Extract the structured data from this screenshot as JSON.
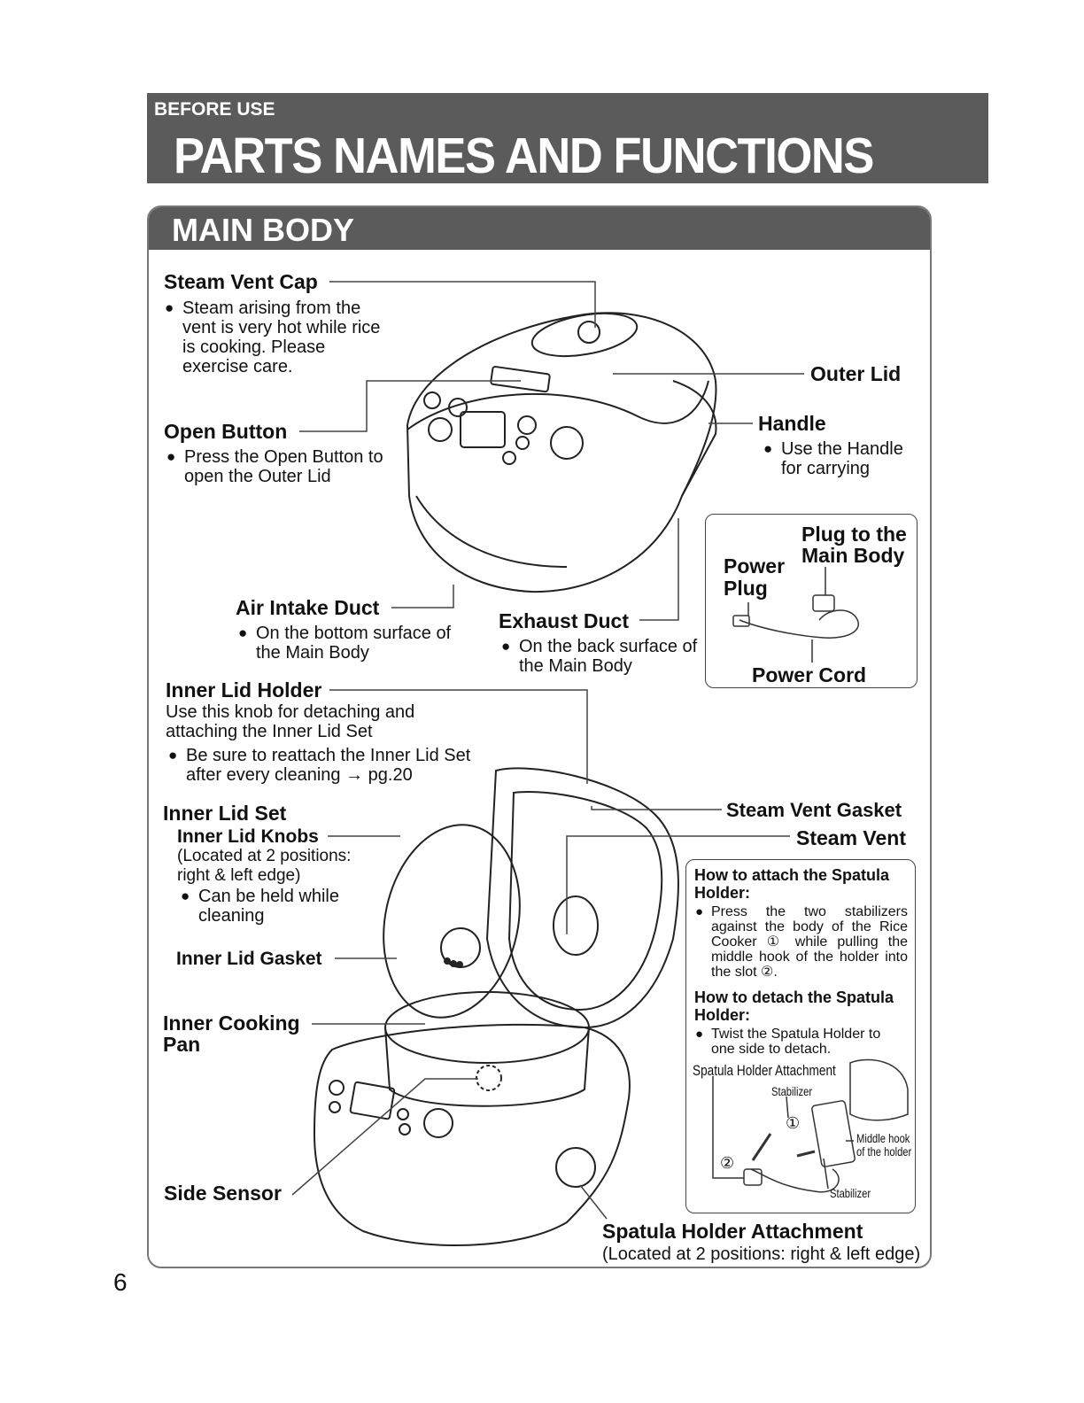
{
  "header": {
    "section": "BEFORE USE",
    "title": "PARTS NAMES AND FUNCTIONS"
  },
  "panel": {
    "title": "MAIN BODY"
  },
  "labels": {
    "steam_vent_cap": {
      "title": "Steam Vent Cap",
      "note": "Steam arising from the vent is very hot while rice is cooking. Please exercise care."
    },
    "open_button": {
      "title": "Open Button",
      "note": "Press the Open Button to open the Outer Lid"
    },
    "outer_lid": {
      "title": "Outer Lid"
    },
    "handle": {
      "title": "Handle",
      "note": "Use the Handle for carrying"
    },
    "air_intake_duct": {
      "title": "Air Intake Duct",
      "note": "On the bottom surface of the Main Body"
    },
    "exhaust_duct": {
      "title": "Exhaust Duct",
      "note": "On the back surface of the Main Body"
    },
    "inner_lid_holder": {
      "title": "Inner Lid Holder",
      "desc": "Use this knob for detaching and attaching the Inner Lid Set",
      "note": "Be sure to reattach the Inner Lid Set after every cleaning → pg.20"
    },
    "inner_lid_set": {
      "title": "Inner Lid Set"
    },
    "inner_lid_knobs": {
      "title": "Inner Lid Knobs",
      "desc": "(Located at 2 positions: right & left edge)",
      "note": "Can be held while cleaning"
    },
    "inner_lid_gasket": {
      "title": "Inner Lid Gasket"
    },
    "inner_cooking_pan": {
      "title": "Inner Cooking Pan"
    },
    "side_sensor": {
      "title": "Side Sensor"
    },
    "steam_vent_gasket": {
      "title": "Steam Vent Gasket"
    },
    "steam_vent": {
      "title": "Steam Vent"
    },
    "spatula_holder_attachment": {
      "title": "Spatula Holder Attachment",
      "desc": "(Located at 2 positions: right & left edge)"
    }
  },
  "power_box": {
    "plug_to_main_body": "Plug to the Main Body",
    "power_plug": "Power Plug",
    "power_cord": "Power Cord"
  },
  "spatula_box": {
    "attach_title": "How to attach the Spatula Holder:",
    "attach_note": "Press the two stabilizers against the body of the Rice Cooker ① while pulling the middle hook of the holder into the slot ②.",
    "detach_title": "How to detach the Spatula Holder:",
    "detach_note": "Twist the Spatula Holder to one side to detach.",
    "diagram_title": "Spatula Holder Attachment",
    "stabilizer_top": "Stabilizer",
    "middle_hook": "Middle hook of the holder",
    "stabilizer_bottom": "Stabilizer",
    "step1": "①",
    "step2": "②"
  },
  "page_number": "6"
}
